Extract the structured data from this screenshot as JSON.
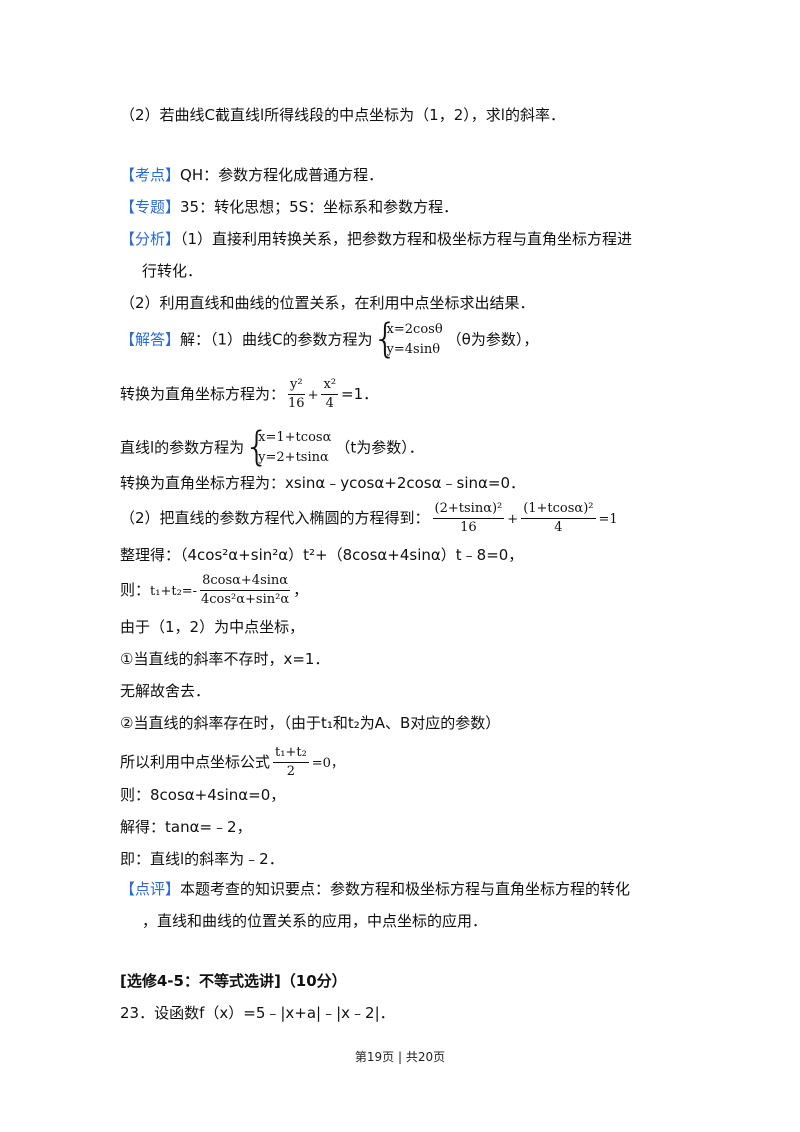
{
  "q2_intro": "（2）若曲线C截直线l所得线段的中点坐标为（1，2），求l的斜率．",
  "kaodian": {
    "tag": "【考点】",
    "text": "QH：参数方程化成普通方程．"
  },
  "zhuanti": {
    "tag": "【专题】",
    "text": "35：转化思想；5S：坐标系和参数方程．"
  },
  "fenxi": {
    "tag": "【分析】",
    "text1": "（1）直接利用转换关系，把参数方程和极坐标方程与直角坐标方程进",
    "text2": "行转化．"
  },
  "fenxi_2": "（2）利用直线和曲线的位置关系，在利用中点坐标求出结果．",
  "jieda": {
    "tag": "【解答】",
    "pre": "解：（1）曲线C的参数方程为",
    "eq1": "x=2cosθ",
    "eq2": "y=4sinθ",
    "post": "（θ为参数），"
  },
  "conv1": {
    "pre": "转换为直角坐标方程为：",
    "num1": "y²",
    "den1": "16",
    "plus": "+",
    "num2": "x²",
    "den2": "4",
    "post": "=1．"
  },
  "line_param": {
    "pre": "直线l的参数方程为",
    "eq1": "x=1+tcosα",
    "eq2": "y=2+tsinα",
    "post": "（t为参数）．"
  },
  "conv2": "转换为直角坐标方程为：xsinα﹣ycosα+2cosα﹣sinα=0．",
  "subst": {
    "pre": "（2）把直线的参数方程代入椭圆的方程得到：",
    "num1": "(2+tsinα)²",
    "den1": "16",
    "plus": "+",
    "num2": "(1+tcosα)²",
    "den2": "4",
    "post": "=1"
  },
  "simplify": "整理得：（4cos²α+sin²α）t²+（8cosα+4sinα）t﹣8=0，",
  "sum": {
    "pre": "则：",
    "lhs": "t₁+t₂=-",
    "num": "8cosα+4sinα",
    "den": "4cos²α+sin²α",
    "post": "，"
  },
  "midpoint": "由于（1，2）为中点坐标，",
  "case1": "①当直线的斜率不存时，x=1．",
  "case1_b": "无解故舍去．",
  "case2": "②当直线的斜率存在时，（由于t₁和t₂为A、B对应的参数）",
  "formula": {
    "pre": "所以利用中点坐标公式",
    "num": "t₁+t₂",
    "den": "2",
    "post": "=0，"
  },
  "then": "则：8cosα+4sinα=0，",
  "solve": "解得：tanα=﹣2，",
  "result": "即：直线l的斜率为﹣2．",
  "dianping": {
    "tag": "【点评】",
    "text1": "本题考查的知识要点：参数方程和极坐标方程与直角坐标方程的转化",
    "text2": "，直线和曲线的位置关系的应用，中点坐标的应用．"
  },
  "section": "[选修4-5：不等式选讲]（10分）",
  "q23": "23．设函数f（x）=5﹣|x+a|﹣|x﹣2|．",
  "footer": "第19页 | 共20页"
}
